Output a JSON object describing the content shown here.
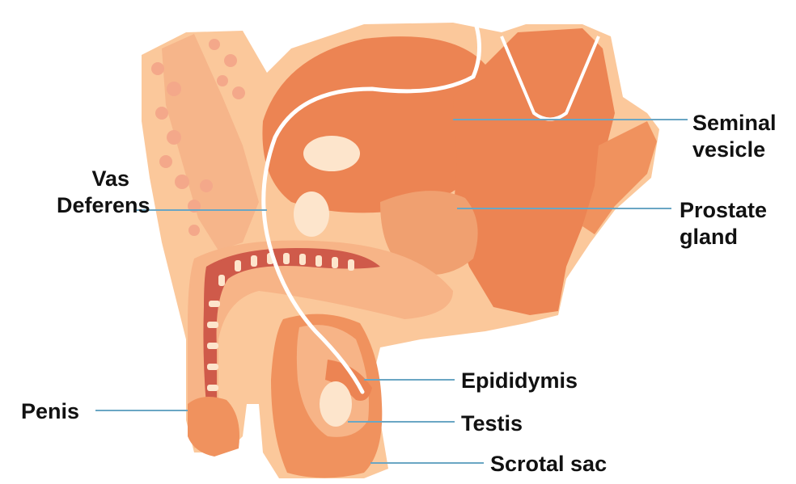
{
  "labels": {
    "seminal_vesicle": [
      "Seminal",
      "vesicle"
    ],
    "vas_deferens": [
      "Vas",
      "Deferens"
    ],
    "prostate_gland": [
      "Prostate",
      "gland"
    ],
    "epididymis": "Epididymis",
    "penis": "Penis",
    "testis": "Testis",
    "scrotal_sac": "Scrotal sac"
  },
  "colors": {
    "skin_light": "#fbc89b",
    "tissue_orange": "#f0925e",
    "organ_dark": "#ec8453",
    "erectile_red": "#cf5a4a",
    "highlight_cream": "#fde5cc",
    "leader_line": "#6aa6c4"
  }
}
